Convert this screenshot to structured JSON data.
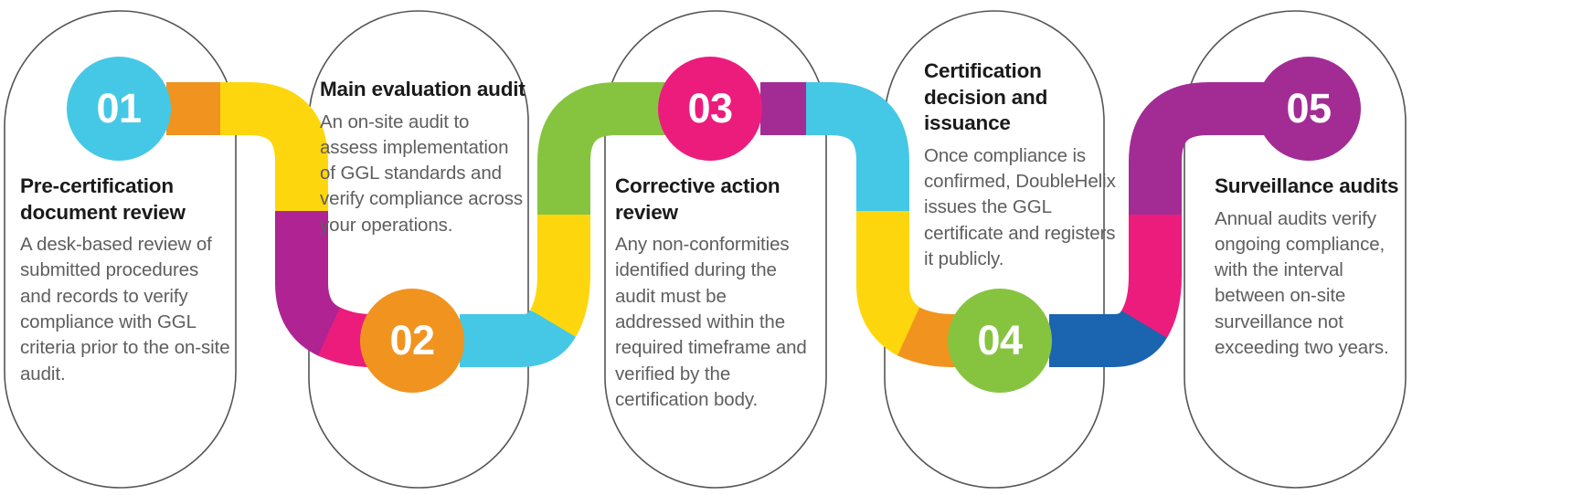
{
  "diagram": {
    "title_text": "",
    "type": "process-flow-5-steps",
    "background": "#ffffff",
    "outline_color": "#555555",
    "title_color": "#1a1a1a",
    "body_color": "#5e5e5e"
  },
  "palette": {
    "cyan": "#45C8E5",
    "orange": "#F0941F",
    "yellow": "#FDD60E",
    "magenta_dark": "#AF2392",
    "pink": "#EC1C7D",
    "green": "#86C440",
    "blue": "#1B64B0",
    "purple": "#A32C94",
    "white": "#FFFFFF"
  },
  "steps": [
    {
      "number": "01",
      "circle_color": "#45C8E5",
      "title": "Pre-certification document review",
      "body": "A desk-based review of submitted procedures and records to verify compliance with GGL criteria prior to the on-site audit."
    },
    {
      "number": "02",
      "circle_color": "#F0941F",
      "title": "Main evaluation audit",
      "body": "An on-site audit to assess implementation of GGL standards and verify compliance across your operations."
    },
    {
      "number": "03",
      "circle_color": "#EC1C7D",
      "title": "Corrective action review",
      "body": "Any non-conformities identified during the audit must be addressed within the required timeframe and verified by the certification body."
    },
    {
      "number": "04",
      "circle_color": "#86C440",
      "title": "Certification decision and issuance",
      "body": "Once compliance is confirmed, DoubleHelix issues the GGL certificate and registers it publicly."
    },
    {
      "number": "05",
      "circle_color": "#A32C94",
      "title": "Surveillance audits",
      "body": "Annual audits verify ongoing compliance, with the interval between on-site surveillance not exceeding two years."
    }
  ]
}
